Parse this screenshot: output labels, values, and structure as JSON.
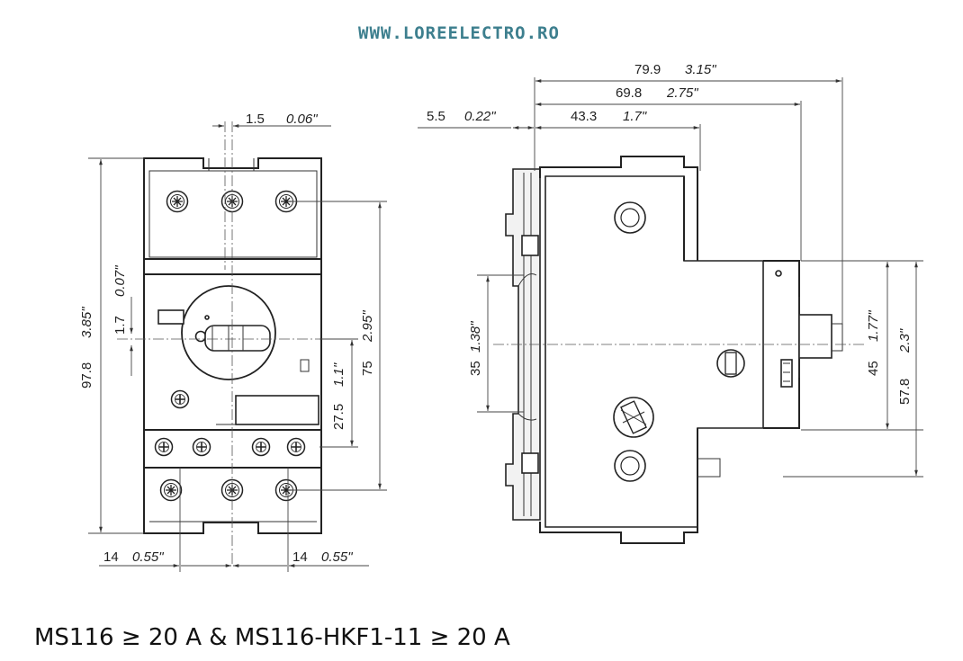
{
  "header": {
    "watermark": "WWW.LOREELECTRO.RO"
  },
  "caption": "MS116 ≥ 20 A & MS116-HKF1-11 ≥ 20 A",
  "front_view": {
    "dims": {
      "top_offset": {
        "mm": "1.5",
        "in": "0.06\""
      },
      "height_total": {
        "mm": "97.8",
        "in": "3.85\""
      },
      "knob_offset": {
        "mm": "1.7",
        "in": "0.07\""
      },
      "height_75": {
        "mm": "75",
        "in": "2.95\""
      },
      "height_27_5": {
        "mm": "27.5",
        "in": "1.1\""
      },
      "pitch_left": {
        "mm": "14",
        "in": "0.55\""
      },
      "pitch_right": {
        "mm": "14",
        "in": "0.55\""
      }
    }
  },
  "side_view": {
    "dims": {
      "depth_total": {
        "mm": "79.9",
        "in": "3.15\""
      },
      "depth_69_8": {
        "mm": "69.8",
        "in": "2.75\""
      },
      "depth_43_3": {
        "mm": "43.3",
        "in": "1.7\""
      },
      "rail_offset": {
        "mm": "5.5",
        "in": "0.22\""
      },
      "rail_35": {
        "mm": "35",
        "in": "1.38\""
      },
      "height_45": {
        "mm": "45",
        "in": "1.77\""
      },
      "height_57_8": {
        "mm": "57.8",
        "in": "2.3\""
      }
    }
  }
}
